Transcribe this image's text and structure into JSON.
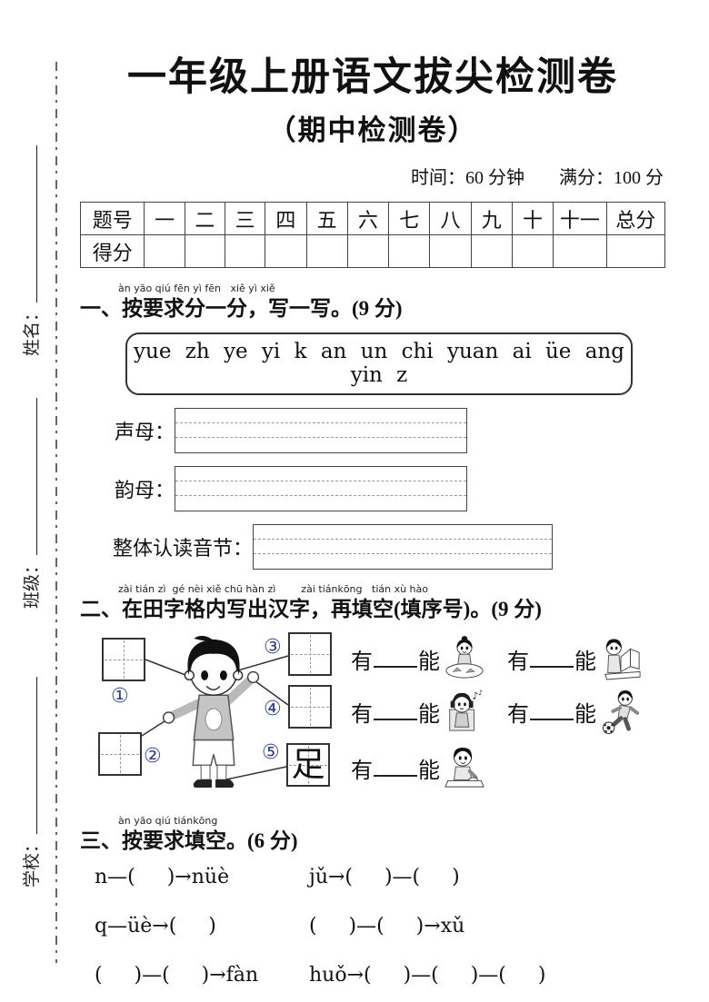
{
  "header": {
    "title": "一年级上册语文拔尖检测卷",
    "subtitle": "（期中检测卷）",
    "time": "时间：60 分钟",
    "full_score": "满分：100 分"
  },
  "student_info": {
    "name_label": "姓名：",
    "class_label": "班级：",
    "school_label": "学校："
  },
  "score_table": {
    "row1_label": "题号",
    "row2_label": "得分",
    "columns": [
      "一",
      "二",
      "三",
      "四",
      "五",
      "六",
      "七",
      "八",
      "九",
      "十",
      "十一",
      "总分"
    ]
  },
  "section1": {
    "pinyin": "àn yāo qiú fēn yì fēn   xiě yì xiě",
    "heading": "一、按要求分一分，写一写。(9 分)",
    "letter_bank": "yue zh ye yi k an un chi yuan ai üe ang yin z",
    "shengmu_label": "声母：",
    "yunmu_label": "韵母：",
    "zhengti_label": "整体认读音节："
  },
  "section2": {
    "pinyin": "zài tián zì  gé nèi xiě chū hàn zì        zài tiánkōng   tián xù hào",
    "heading": "二、在田字格内写出汉字，再填空(填序号)。(9 分)",
    "circles": [
      "①",
      "②",
      "③",
      "④",
      "⑤"
    ],
    "grid5_character": "足",
    "you_label": "有",
    "neng_label": "能",
    "illustrations": [
      "girl-folding-paper",
      "boy-reading-book",
      "girl-listening-music",
      "boy-kicking-football",
      "boy-eating-meal"
    ]
  },
  "section3": {
    "pinyin": "àn yāo qiú tiánkōng",
    "heading": "三、按要求填空。(6 分)",
    "items": [
      "n—(     )→nüè",
      "jǔ→(     )—(     )",
      "q—üè→(     )",
      "(     )—(     )→xǔ",
      "(     )—(     )→fàn",
      "huǒ→(     )—(     )—(     )"
    ]
  }
}
